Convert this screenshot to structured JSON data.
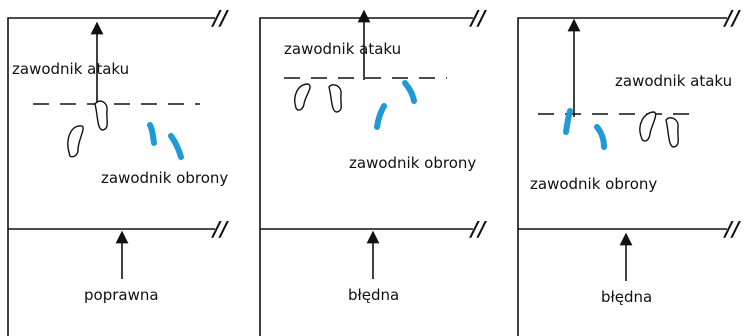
{
  "colors": {
    "defender": "#1e9ad6",
    "line": "#111111",
    "background": "#ffffff"
  },
  "panels": [
    {
      "attacker_label": "zawodnik ataku",
      "defender_label": "zawodnik obrony",
      "verdict": "poprawna"
    },
    {
      "attacker_label": "zawodnik ataku",
      "defender_label": "zawodnik obrony",
      "verdict": "błędna"
    },
    {
      "attacker_label": "zawodnik ataku",
      "defender_label": "zawodnik obrony",
      "verdict": "błędna"
    }
  ],
  "break_mark": "//"
}
